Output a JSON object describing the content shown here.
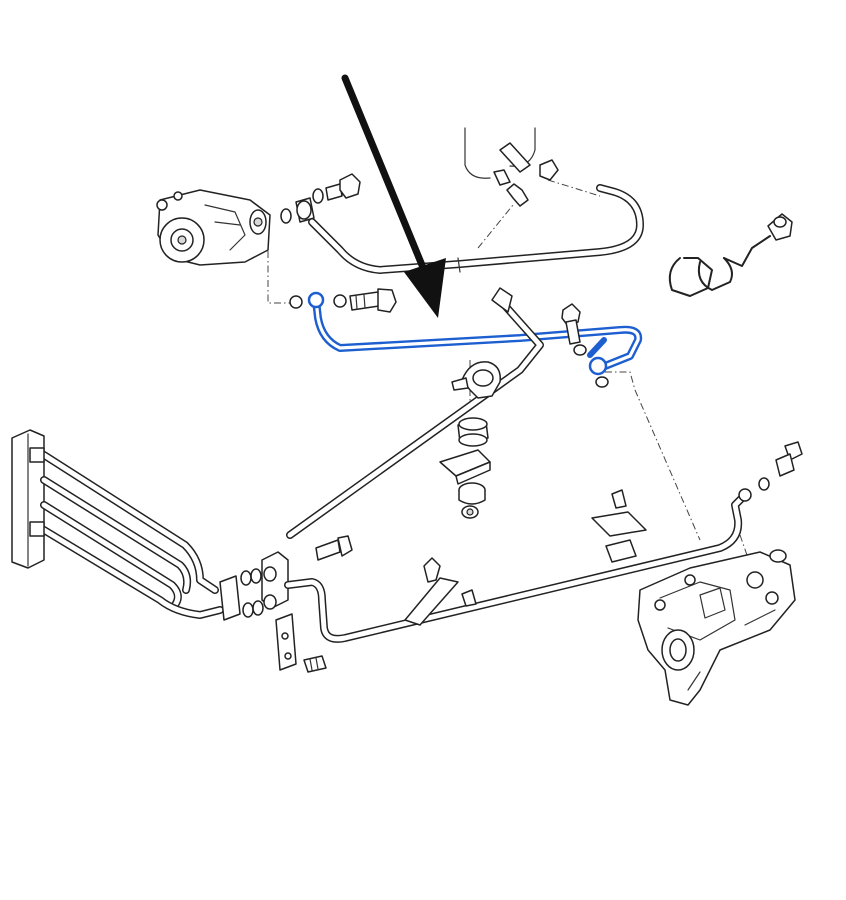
{
  "diagram": {
    "highlight_color": "#1d5fd0",
    "line_color": "#222222",
    "background": "#ffffff",
    "components": [
      "pointer-arrow",
      "power-steering-pump",
      "highlighted-pressure-hose",
      "return-hose",
      "oil-cooler",
      "steering-gear-box",
      "reservoir-neck",
      "hose-clamp",
      "wire-clip",
      "banjo-bolt",
      "sealing-washer",
      "rubber-grommet",
      "mounting-bracket"
    ]
  }
}
